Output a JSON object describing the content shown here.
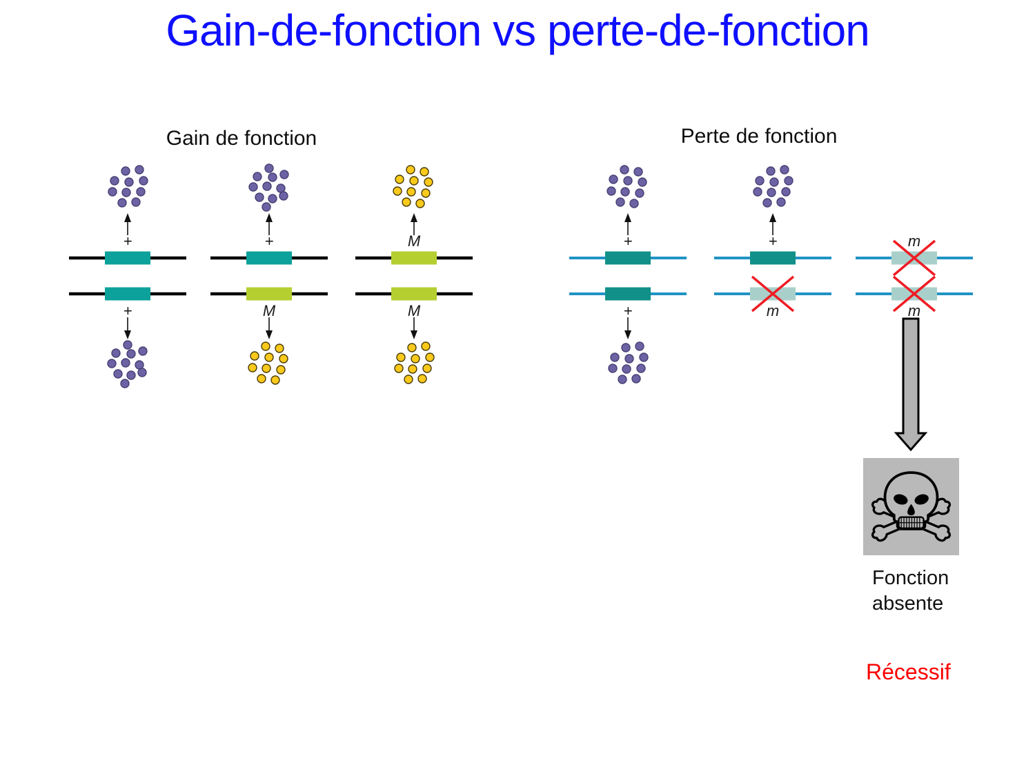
{
  "slide": {
    "title": "Gain-de-fonction vs perte-de-fonction"
  },
  "panels": [
    {
      "id": "gain",
      "heading": "Gain de fonction",
      "columns": [
        {
          "top": {
            "product": "purple",
            "label": "+",
            "gene": "normal"
          },
          "bottom": {
            "product": "purple",
            "label": "+",
            "gene": "normal"
          }
        },
        {
          "top": {
            "product": "purple",
            "label": "+",
            "gene": "normal"
          },
          "bottom": {
            "product": "yellow",
            "label": "M",
            "gene": "gain_mutant"
          }
        },
        {
          "top": {
            "product": "yellow",
            "label": "M",
            "gene": "gain_mutant"
          },
          "bottom": {
            "product": "yellow",
            "label": "M",
            "gene": "gain_mutant"
          }
        }
      ]
    },
    {
      "id": "perte",
      "heading": "Perte de fonction",
      "columns": [
        {
          "top": {
            "product": "purple",
            "label": "+",
            "gene": "normal"
          },
          "bottom": {
            "product": "purple",
            "label": "+",
            "gene": "normal"
          }
        },
        {
          "top": {
            "product": "purple",
            "label": "+",
            "gene": "normal"
          },
          "bottom": {
            "product": null,
            "label": "m",
            "gene": "loss_mutant",
            "crossed": true
          }
        },
        {
          "top": {
            "product": null,
            "label": "m",
            "gene": "loss_mutant",
            "crossed": true
          },
          "bottom": {
            "product": null,
            "label": "m",
            "gene": "loss_mutant",
            "crossed": true
          }
        }
      ]
    }
  ],
  "outcome": {
    "skull_icon": "skull-crossbones",
    "caption_line1": "Fonction",
    "caption_line2": "absente",
    "tag": "Récessif"
  },
  "colors": {
    "title_blue": "#0f0fff",
    "gain_chromosome": "#000000",
    "perte_chromosome": "#2093c5",
    "gene_normal_gain": "#0ca29b",
    "gene_normal_perte": "#11908a",
    "gene_gain_mutant": "#b5cf31",
    "gene_loss_mutant": "#a9cfca",
    "protein_purple_fill": "#6b63a4",
    "protein_purple_stroke": "#484073",
    "protein_yellow_fill": "#f9c91c",
    "protein_yellow_stroke": "#4a3d08",
    "cross_red": "#ee1c24",
    "arrow_gray_fill": "#b3b3b3",
    "arrow_outline": "#000000",
    "skull_bg": "#b9b9b9",
    "recessive_red": "#fe0000",
    "label_color": "#1a1a1a"
  }
}
